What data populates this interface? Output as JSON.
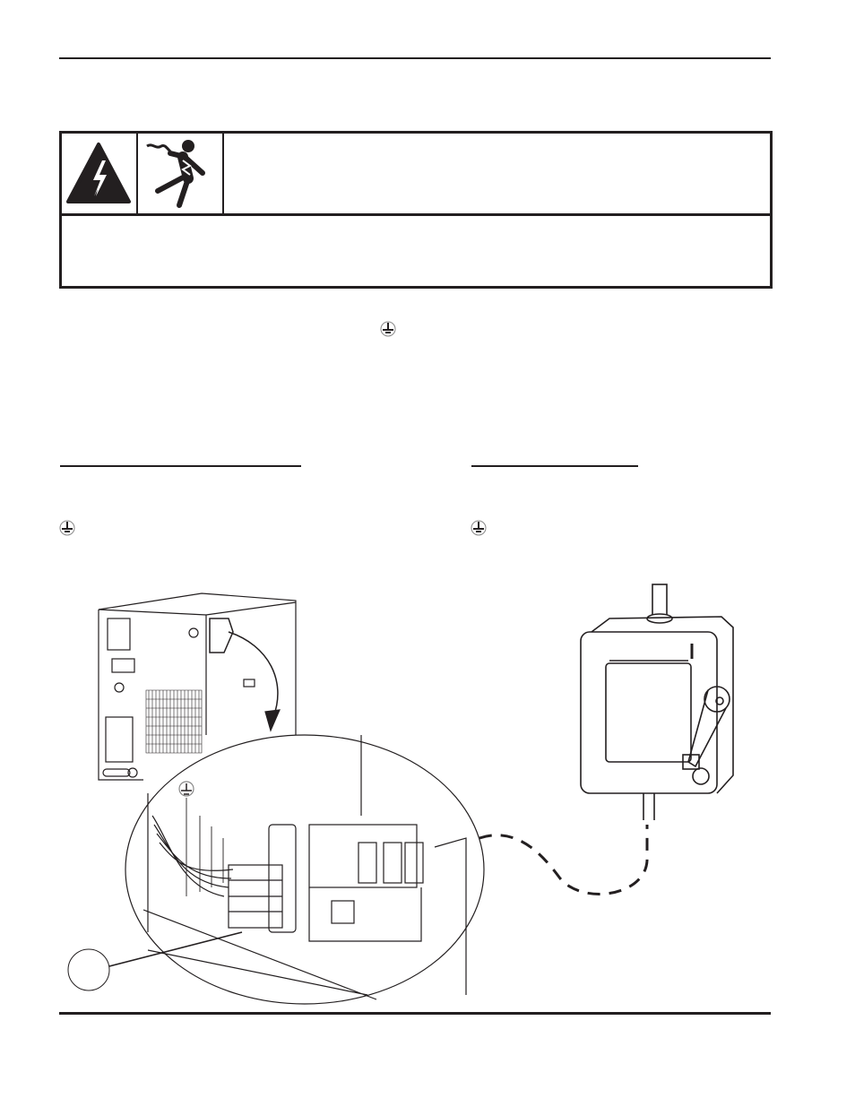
{
  "page": {
    "header_rule": true,
    "footer_rule": true
  },
  "warning": {
    "icons": [
      "electrical-hazard-triangle-icon",
      "electric-shock-person-icon"
    ],
    "title": "",
    "body": ""
  },
  "intro": {
    "text": "",
    "symbol": "protective-earth-ground-icon"
  },
  "sections": [
    {
      "title": "",
      "symbol": "protective-earth-ground-icon"
    },
    {
      "title": "",
      "symbol": "protective-earth-ground-icon"
    }
  ],
  "figure": {
    "callout_label": "",
    "parts": [
      "power-supply-unit",
      "terminal-block-detail",
      "line-disconnect-switch",
      "dashed-power-cord"
    ]
  }
}
